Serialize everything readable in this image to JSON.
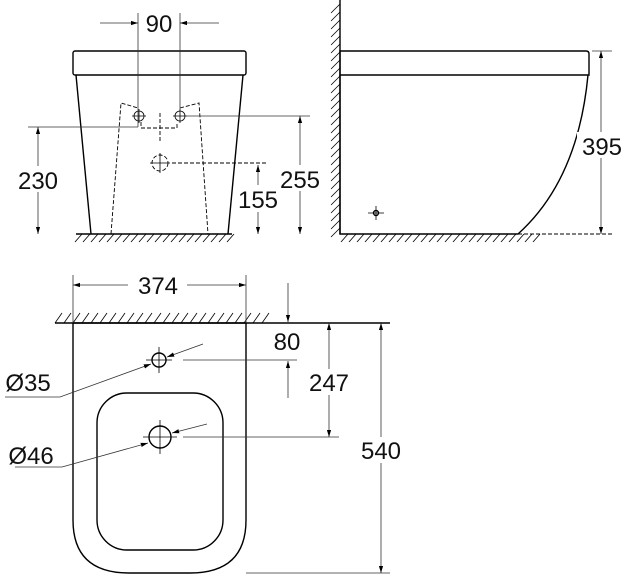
{
  "front_view": {
    "dim_hole_spacing": "90",
    "dim_upper_hole_height": "230",
    "dim_lower_hole_height": "155",
    "dim_supply_height": "255"
  },
  "side_view": {
    "dim_total_height": "395"
  },
  "top_view": {
    "dim_width": "374",
    "dim_tap_hole_distance": "80",
    "dim_drain_distance": "247",
    "dim_total_depth": "540",
    "dim_tap_hole_diameter": "Ø35",
    "dim_drain_diameter": "Ø46"
  }
}
